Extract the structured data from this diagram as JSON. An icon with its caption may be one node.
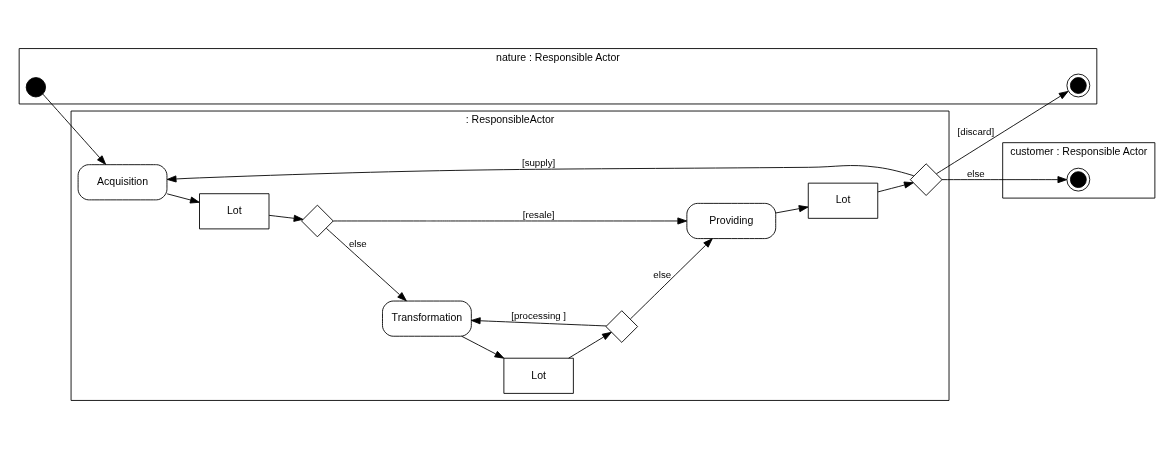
{
  "diagram": {
    "nodes": [
      {
        "text": [
          "nature : Responsible Actor"
        ]
      },
      {
        "text": [
          ": ResponsibleActor"
        ]
      },
      {
        "text": [
          "customer : Responsible Actor"
        ]
      },
      {
        "text": [],
        "shape": "circle",
        "in": 0
      },
      {
        "text": [
          "Acquisition"
        ],
        "in": 1
      },
      {
        "text": [
          "Lot"
        ],
        "in": 1
      },
      {
        "text": [],
        "shape": "diamond",
        "in": 1
      },
      {
        "text": [
          "Transformation"
        ],
        "in": 1
      },
      {
        "text": [
          "Lot"
        ],
        "in": 1
      },
      {
        "text": [],
        "shape": "diamond",
        "in": 1
      },
      {
        "text": [
          "Providing"
        ],
        "in": 1
      },
      {
        "text": [
          "Lot"
        ],
        "in": 1
      },
      {
        "text": [],
        "shape": "diamond",
        "in": 1
      },
      {
        "text": [],
        "shape": "circle",
        "in": 0
      },
      {
        "text": [],
        "shape": "circle",
        "in": 2
      }
    ],
    "edges": [
      {
        "from": 3,
        "to": 4,
        "arrow": "to"
      },
      {
        "from": 4,
        "to": 5,
        "arrow": "to"
      },
      {
        "from": 5,
        "to": 6,
        "arrow": "to"
      },
      {
        "from": 6,
        "to": 7,
        "arrow": "to",
        "label": "else"
      },
      {
        "from": 6,
        "to": 10,
        "arrow": "to",
        "label": "[resale]"
      },
      {
        "from": 7,
        "to": 8,
        "arrow": "to"
      },
      {
        "from": 8,
        "to": 9,
        "arrow": "to"
      },
      {
        "from": 9,
        "to": 7,
        "arrow": "to",
        "label": "[processing ]"
      },
      {
        "from": 9,
        "to": 10,
        "arrow": "to",
        "label": "else"
      },
      {
        "from": 10,
        "to": 11,
        "arrow": "to"
      },
      {
        "from": 11,
        "to": 12,
        "arrow": "to"
      },
      {
        "from": 12,
        "to": 4,
        "arrow": "to",
        "label": "[supply]"
      },
      {
        "from": 12,
        "to": 13,
        "arrow": "to",
        "label": "[discard]"
      },
      {
        "from": 12,
        "to": 14,
        "arrow": "to",
        "label": "else"
      }
    ]
  }
}
